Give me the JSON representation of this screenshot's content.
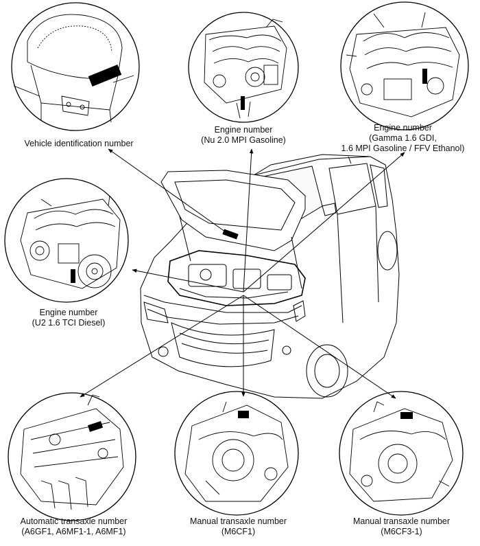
{
  "labels": {
    "vin": {
      "lines": [
        "Vehicle identification number"
      ]
    },
    "engine_nu": {
      "lines": [
        "Engine number",
        "(Nu 2.0 MPI Gasoline)"
      ]
    },
    "engine_gamma": {
      "lines": [
        "Engine number",
        "(Gamma 1.6 GDI,",
        "1.6 MPI Gasoline / FFV Ethanol)"
      ]
    },
    "engine_u2": {
      "lines": [
        "Engine number",
        "(U2 1.6 TCI Diesel)"
      ]
    },
    "auto_transaxle": {
      "lines": [
        "Automatic transaxle number",
        "(A6GF1, A6MF1-1, A6MF1)"
      ]
    },
    "manual_m6cf1": {
      "lines": [
        "Manual transaxle number",
        "(M6CF1)"
      ]
    },
    "manual_m6cf3": {
      "lines": [
        "Manual transaxle number",
        "(M6CF3-1)"
      ]
    }
  }
}
